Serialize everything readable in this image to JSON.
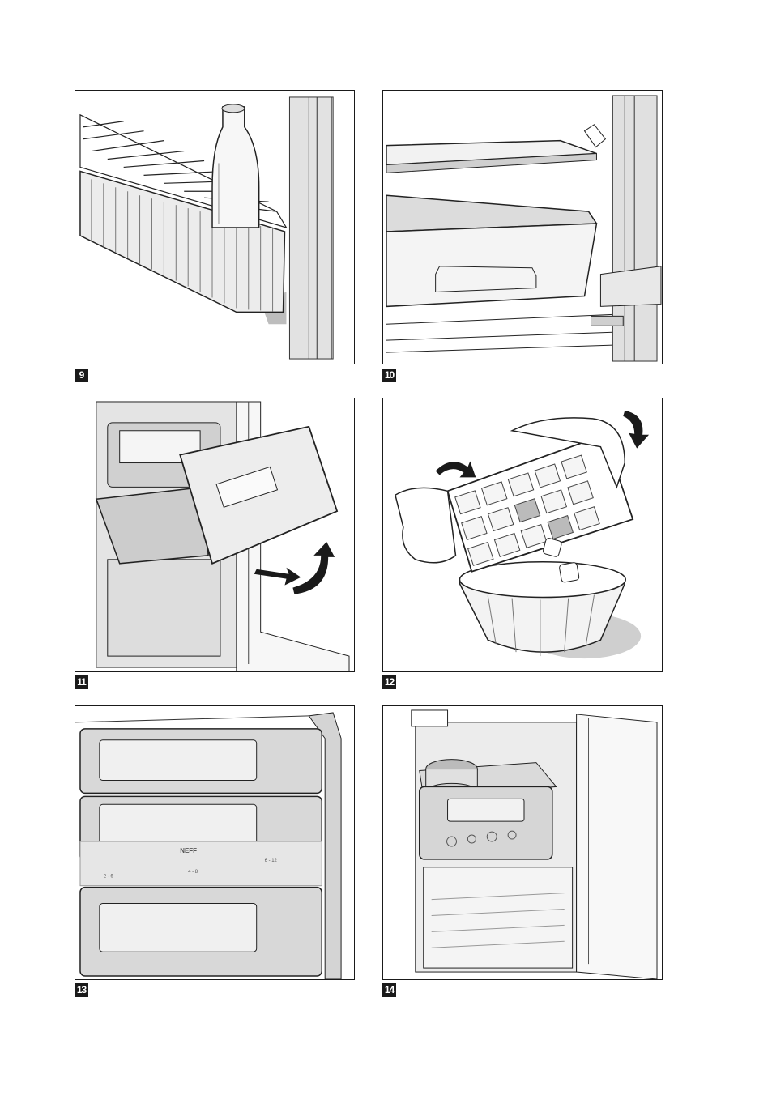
{
  "figures": [
    {
      "number": "9"
    },
    {
      "number": "10"
    },
    {
      "number": "11"
    },
    {
      "number": "12"
    },
    {
      "number": "13"
    },
    {
      "number": "14"
    }
  ],
  "panel_markings": {
    "logo": "NEFF",
    "range_left": "2 - 6",
    "range_mid": "4 - 8",
    "range_right": "6 - 12"
  }
}
